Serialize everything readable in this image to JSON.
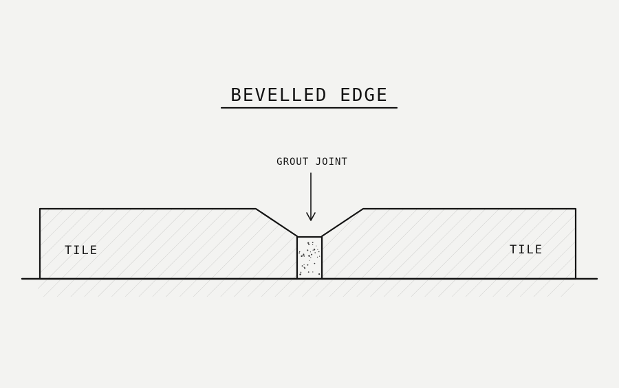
{
  "diagram": {
    "title": "BEVELLED EDGE",
    "callout": "GROUT JOINT",
    "left_tile_label": "TILE",
    "right_tile_label": "TILE"
  },
  "colors": {
    "paper": "#f3f3f1",
    "ink": "#141414",
    "hatch": "#c8c8c6",
    "grout_speckle": "#3a3a3a"
  }
}
